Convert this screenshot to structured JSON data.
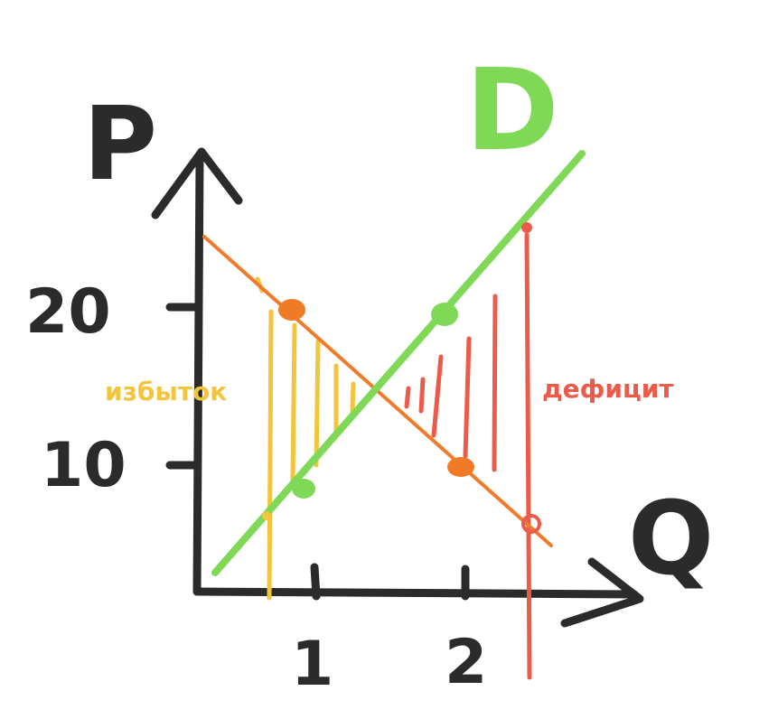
{
  "diagram": {
    "axes": {
      "y_label": "P",
      "x_label": "Q",
      "y_ticks": [
        "20",
        "10"
      ],
      "x_ticks": [
        "1",
        "2"
      ]
    },
    "curves": {
      "demand_label": "D"
    },
    "annotations": {
      "surplus": "избыток",
      "deficit": "дефицит"
    },
    "colors": {
      "axes": "#2b2b2b",
      "demand_line": "#7fd957",
      "orange_line": "#ef7b2b",
      "surplus": "#f2c53d",
      "deficit": "#ec5a4a",
      "orange_point": "#f07a25",
      "green_point": "#7fd957"
    }
  }
}
